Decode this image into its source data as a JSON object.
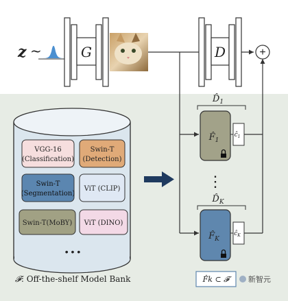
{
  "latent": {
    "z_label": "z",
    "tilde": "~"
  },
  "generator": {
    "label": "G"
  },
  "discriminator": {
    "label": "D"
  },
  "sum": {
    "symbol": "+"
  },
  "branch1": {
    "title_hat": "D̂",
    "title_sub": "1",
    "feature": "F̂",
    "feature_sub": "1",
    "head": "ĉ",
    "head_sub": "1"
  },
  "branchK": {
    "title_hat": "D̂",
    "title_sub": "K",
    "feature": "F̂",
    "feature_sub": "K",
    "head": "ĉ",
    "head_sub": "K"
  },
  "vertical_dots": "⋮",
  "model_bank": {
    "models": [
      {
        "line1": "VGG-16",
        "line2": "(Classification)",
        "color": "#f6dede"
      },
      {
        "line1": "Swin-T",
        "line2": "(Detection)",
        "color": "#e0aa78"
      },
      {
        "line1": "Swin-T",
        "line2": "(Segmentation)",
        "color": "#5b86b0"
      },
      {
        "line1": "ViT (CLIP)",
        "line2": "",
        "color": "#dfe8f4"
      },
      {
        "line1": "Swin-T(MoBY)",
        "line2": "",
        "color": "#a1a184"
      },
      {
        "line1": "ViT (DINO)",
        "line2": "",
        "color": "#f3d9e6"
      }
    ],
    "more": "• • •",
    "caption_symbol": "𝓕",
    "caption_text": ": Off-the-shelf Model Bank"
  },
  "selection_label": "F̂k ⊂ 𝓕",
  "watermark": "新智元",
  "colors": {
    "bank_bg": "#e7ece5",
    "cylinder": "#dbe6ee",
    "arrow": "#1f3a5f",
    "f1": "#a2a289",
    "fk": "#5f87ae"
  }
}
